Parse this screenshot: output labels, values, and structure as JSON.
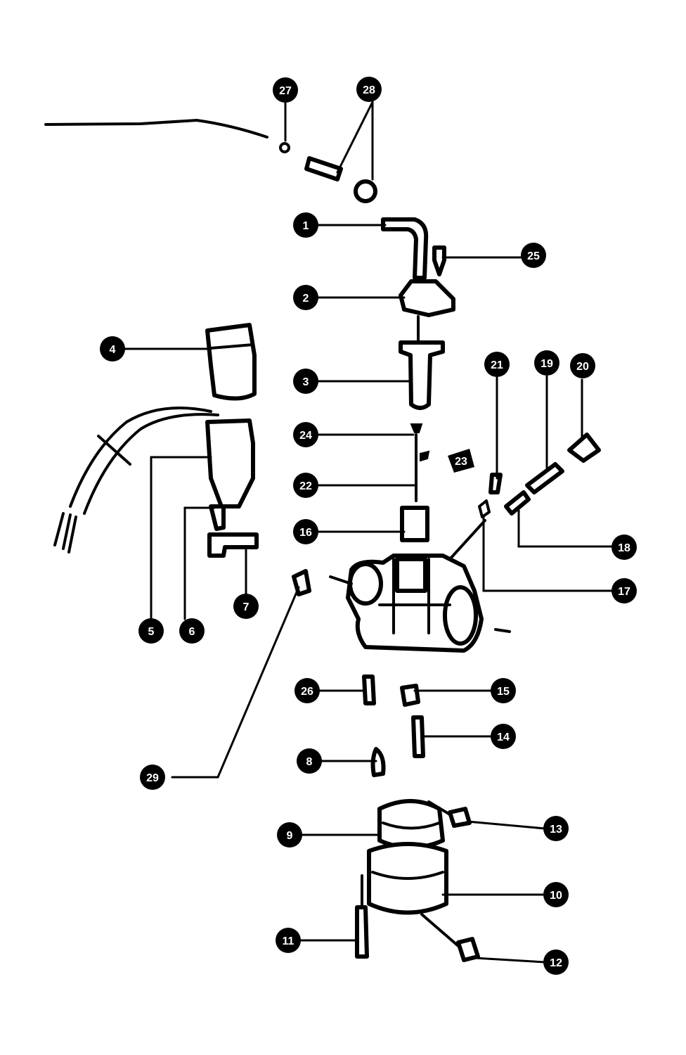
{
  "callouts": {
    "c1": "1",
    "c2": "2",
    "c3": "3",
    "c4": "4",
    "c5": "5",
    "c6": "6",
    "c7": "7",
    "c8": "8",
    "c9": "9",
    "c10": "10",
    "c11": "11",
    "c12": "12",
    "c13": "13",
    "c14": "14",
    "c15": "15",
    "c16": "16",
    "c17": "17",
    "c18": "18",
    "c19": "19",
    "c20": "20",
    "c21": "21",
    "c22": "22",
    "c23": "23",
    "c24": "24",
    "c25": "25",
    "c26": "26",
    "c27": "27",
    "c28": "28",
    "c29": "29"
  },
  "colors": {
    "ink": "#000000",
    "paper": "#ffffff"
  }
}
